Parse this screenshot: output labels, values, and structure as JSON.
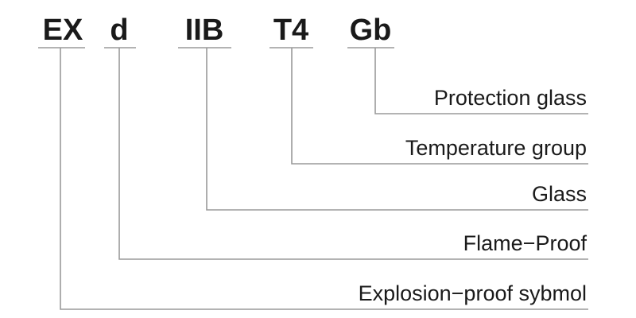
{
  "segments": [
    {
      "code": "EX",
      "label": "Explosion−proof sybmol"
    },
    {
      "code": "d",
      "label": "Flame−Proof"
    },
    {
      "code": "IIB",
      "label": "Glass"
    },
    {
      "code": "T4",
      "label": "Temperature group"
    },
    {
      "code": "Gb",
      "label": "Protection glass"
    }
  ]
}
